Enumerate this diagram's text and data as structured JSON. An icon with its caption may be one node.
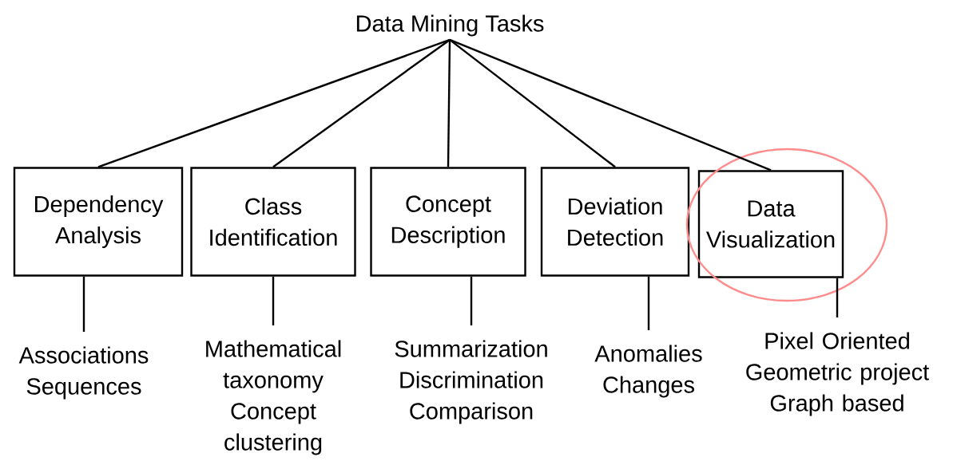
{
  "diagram": {
    "nodes": [
      {
        "text": [
          "Data Mining Tasks"
        ]
      },
      {
        "text": [
          "Dependency Analysis"
        ]
      },
      {
        "text": [
          "Class Identification"
        ]
      },
      {
        "text": [
          "Concept Description"
        ]
      },
      {
        "text": [
          "Deviation Detection"
        ]
      },
      {
        "text": [
          "Data Visualization"
        ]
      },
      {
        "text": [
          "Associations",
          "Sequences"
        ]
      },
      {
        "text": [
          "Mathematical taxonomy",
          "Concept clustering"
        ]
      },
      {
        "text": [
          "Summarization",
          "Discrimination",
          "Comparison"
        ]
      },
      {
        "text": [
          "Anomalies",
          "Changes"
        ]
      },
      {
        "text": [
          "Pixel Oriented",
          "Geometric project",
          "Graph based"
        ]
      }
    ],
    "edges": [
      {
        "from": 0,
        "to": 1,
        "arrow": "none"
      },
      {
        "from": 0,
        "to": 2,
        "arrow": "none"
      },
      {
        "from": 0,
        "to": 3,
        "arrow": "none"
      },
      {
        "from": 0,
        "to": 4,
        "arrow": "none"
      },
      {
        "from": 0,
        "to": 5,
        "arrow": "none"
      },
      {
        "from": 1,
        "to": 6,
        "arrow": "none"
      },
      {
        "from": 2,
        "to": 7,
        "arrow": "none"
      },
      {
        "from": 3,
        "to": 8,
        "arrow": "none"
      },
      {
        "from": 4,
        "to": 9,
        "arrow": "none"
      },
      {
        "from": 5,
        "to": 10,
        "arrow": "none"
      }
    ]
  }
}
